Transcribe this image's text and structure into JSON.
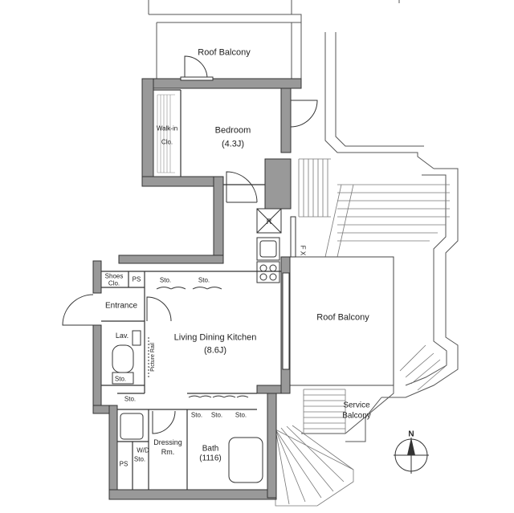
{
  "labels": {
    "roof_balcony_top": "Roof Balcony",
    "bedroom": "Bedroom",
    "bedroom_size": "(4.3J)",
    "walk_in": "Walk-in",
    "clo": "Clo.",
    "refrigerator": "R",
    "fx": "F X",
    "shoes": "Shoes",
    "shoes_clo": "Clo.",
    "ps_top": "PS",
    "sto_1": "Sto.",
    "sto_2": "Sto.",
    "entrance": "Entrance",
    "lav": "Lav.",
    "picture_rail": "Picture Rail",
    "toilet_sto": "Sto.",
    "ldk": "Living Dining Kitchen",
    "ldk_size": "(8.6J)",
    "roof_balcony_right": "Roof Balcony",
    "sto_3": "Sto.",
    "sto_4": "Sto.",
    "sto_5": "Sto.",
    "sto_6": "Sto.",
    "service": "Service",
    "service_balcony": "Balcony",
    "wd": "W/D",
    "wd_sto": "Sto.",
    "dressing": "Dressing",
    "dressing_rm": "Rm.",
    "bath": "Bath",
    "bath_size": "(1116)",
    "ps_bottom": "PS",
    "north": "N"
  },
  "colors": {
    "wall": "#999999",
    "line": "#333333",
    "background": "#ffffff"
  },
  "icons": {
    "compass": "north-compass-icon",
    "stove": "stove-burner-icon",
    "sink": "kitchen-sink-icon"
  }
}
